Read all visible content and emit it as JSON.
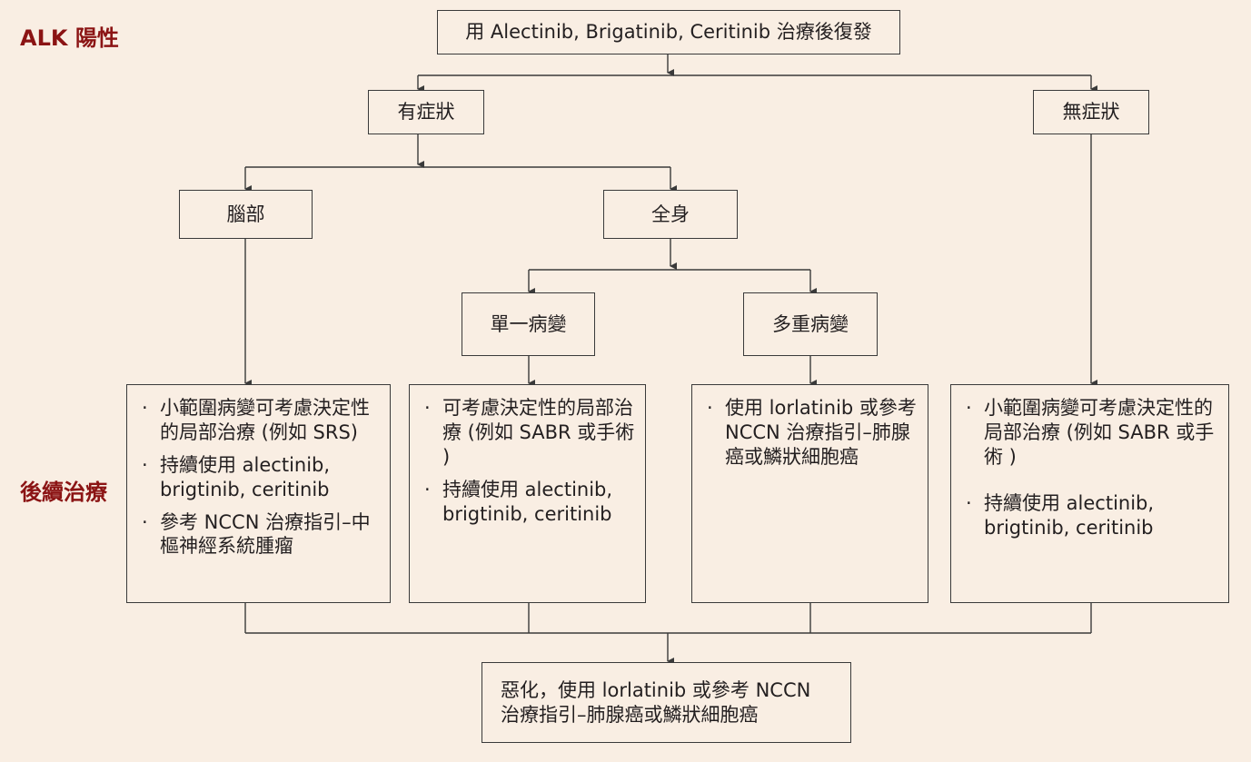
{
  "labels": {
    "alk": "ALK 陽性",
    "followup": "後續治療"
  },
  "nodes": {
    "top": "用 Alectinib, Brigatinib, Ceritinib 治療後復發",
    "symptomatic": "有症狀",
    "asymptomatic": "無症狀",
    "brain": "腦部",
    "systemic": "全身",
    "single": "單一病變",
    "multiple": "多重病變",
    "final": "惡化，使用 lorlatinib 或參考 NCCN 治療指引–肺腺癌或鱗狀細胞癌"
  },
  "bullet_char": "·",
  "treatments": {
    "brain": [
      "小範圍病變可考慮決定性的局部治療 (例如 SRS)",
      "持續使用 alectinib, brigtinib, ceritinib",
      "參考 NCCN 治療指引–中樞神經系統腫瘤"
    ],
    "single": [
      "可考慮決定性的局部治療 (例如 SABR 或手術 )",
      "持續使用 alectinib, brigtinib, ceritinib"
    ],
    "multiple": [
      "使用 lorlatinib 或參考 NCCN 治療指引–肺腺癌或鱗狀細胞癌"
    ],
    "asymptomatic": [
      "小範圍病變可考慮決定性的局部治療 (例如 SABR 或手術 )",
      "持續使用 alectinib, brigtinib, ceritinib"
    ]
  }
}
